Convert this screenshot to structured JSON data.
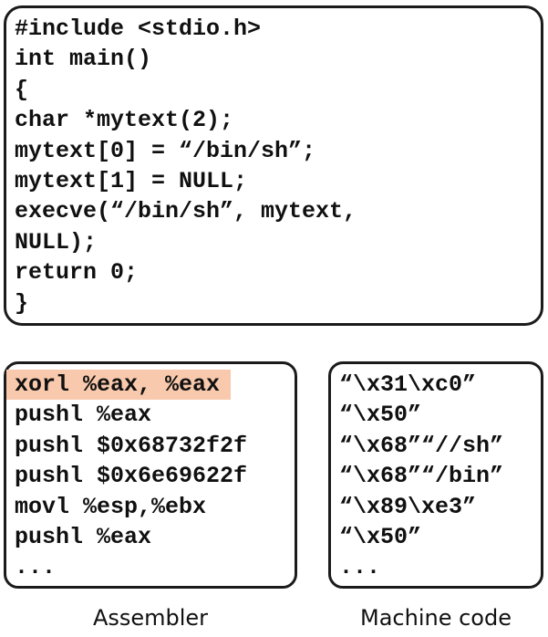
{
  "c_code": {
    "lines": [
      "#include <stdio.h>",
      "int main()",
      "{",
      "char *mytext(2);",
      "mytext[0] = “/bin/sh”;",
      "mytext[1] = NULL;",
      "execve(“/bin/sh”, mytext,",
      "NULL);",
      "return 0;",
      "}"
    ]
  },
  "assembler": {
    "label": "Assembler",
    "highlighted_line": 0,
    "highlight_color": "#f8c9ac",
    "lines": [
      "xorl %eax, %eax",
      "pushl %eax",
      "pushl $0x68732f2f",
      "pushl $0x6e69622f",
      "movl %esp,%ebx",
      "pushl %eax",
      "..."
    ]
  },
  "machine_code": {
    "label": "Machine code",
    "lines": [
      "“\\x31\\xc0”",
      "“\\x50”",
      "“\\x68”“//sh”",
      "“\\x68”“/bin”",
      "“\\x89\\xe3”",
      "“\\x50”",
      "..."
    ]
  }
}
